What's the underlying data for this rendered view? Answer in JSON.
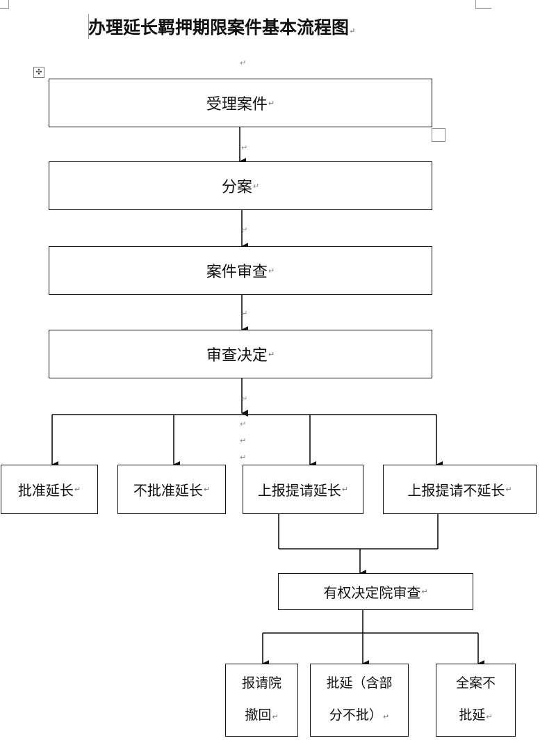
{
  "title": "办理延长羁押期限案件基本流程图",
  "para_mark": "↵",
  "move_handle_icon": "✣",
  "steps": {
    "accept": "受理案件",
    "assign": "分案",
    "review": "案件审查",
    "decision": "审查决定"
  },
  "outcomes": {
    "approve": "批准延长",
    "disapprove": "不批准延长",
    "report_extend": "上报提请延长",
    "report_no_extend": "上报提请不延长"
  },
  "authority": "有权决定院审查",
  "final": {
    "withdraw_line1": "报请院",
    "withdraw_line2": "撤回",
    "partial_line1": "批延（含部",
    "partial_line2": "分不批）",
    "none_line1": "全案不",
    "none_line2": "批延"
  }
}
